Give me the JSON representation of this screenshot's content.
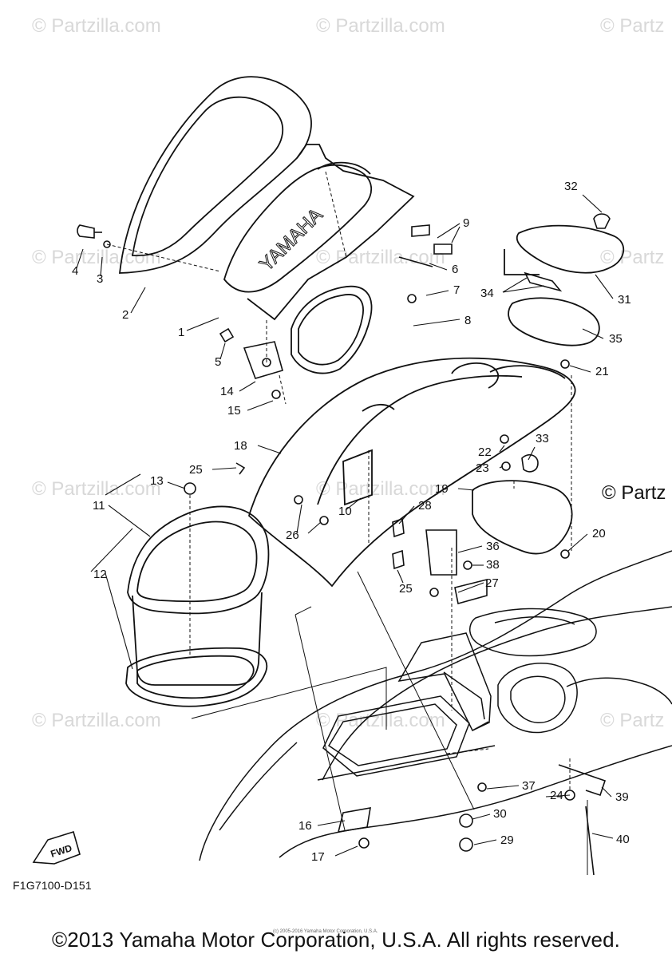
{
  "watermarks": {
    "brand": "© Partzilla.com",
    "brand_partial": "© Partz",
    "page_edge_label": "© Partz"
  },
  "diagram": {
    "code": "F1G7100-D151",
    "direction_label": "FWD",
    "brand_text": "YAMAHA"
  },
  "callouts": [
    {
      "id": "1",
      "label": "1"
    },
    {
      "id": "2",
      "label": "2"
    },
    {
      "id": "3",
      "label": "3"
    },
    {
      "id": "4",
      "label": "4"
    },
    {
      "id": "5",
      "label": "5"
    },
    {
      "id": "6",
      "label": "6"
    },
    {
      "id": "7",
      "label": "7"
    },
    {
      "id": "8",
      "label": "8"
    },
    {
      "id": "9",
      "label": "9"
    },
    {
      "id": "10",
      "label": "10"
    },
    {
      "id": "11",
      "label": "11"
    },
    {
      "id": "12",
      "label": "12"
    },
    {
      "id": "13",
      "label": "13"
    },
    {
      "id": "14",
      "label": "14"
    },
    {
      "id": "15",
      "label": "15"
    },
    {
      "id": "16",
      "label": "16"
    },
    {
      "id": "17",
      "label": "17"
    },
    {
      "id": "18",
      "label": "18"
    },
    {
      "id": "19",
      "label": "19"
    },
    {
      "id": "20",
      "label": "20"
    },
    {
      "id": "21",
      "label": "21"
    },
    {
      "id": "22",
      "label": "22"
    },
    {
      "id": "23",
      "label": "23"
    },
    {
      "id": "24",
      "label": "24"
    },
    {
      "id": "25a",
      "label": "25"
    },
    {
      "id": "25b",
      "label": "25"
    },
    {
      "id": "26",
      "label": "26"
    },
    {
      "id": "27",
      "label": "27"
    },
    {
      "id": "28",
      "label": "28"
    },
    {
      "id": "29",
      "label": "29"
    },
    {
      "id": "30",
      "label": "30"
    },
    {
      "id": "31",
      "label": "31"
    },
    {
      "id": "32",
      "label": "32"
    },
    {
      "id": "33",
      "label": "33"
    },
    {
      "id": "34",
      "label": "34"
    },
    {
      "id": "35",
      "label": "35"
    },
    {
      "id": "36",
      "label": "36"
    },
    {
      "id": "37",
      "label": "37"
    },
    {
      "id": "38",
      "label": "38"
    },
    {
      "id": "39",
      "label": "39"
    },
    {
      "id": "40",
      "label": "40"
    }
  ],
  "footer": {
    "copyright": "©2013 Yamaha Motor Corporation, U.S.A. All rights reserved.",
    "tiny_copyright": "(c) 2005-2016 Yamaha Motor Corporation, U.S.A."
  }
}
